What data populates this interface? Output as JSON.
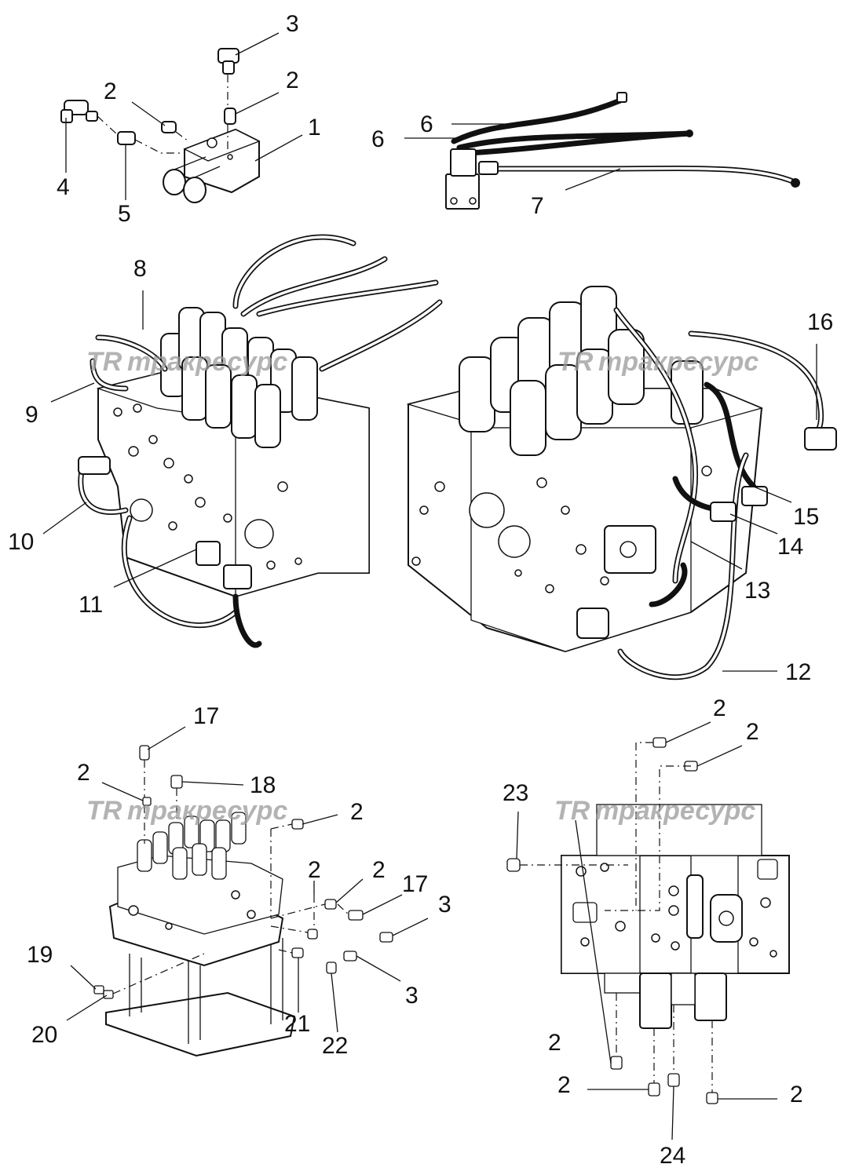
{
  "watermark": {
    "logo": "TR",
    "text": "тракресурс"
  },
  "callouts": {
    "c1": "1",
    "c2a": "2",
    "c2b": "2",
    "c3": "3",
    "c4": "4",
    "c5": "5",
    "c6a": "6",
    "c6b": "6",
    "c7": "7",
    "c8": "8",
    "c9": "9",
    "c10": "10",
    "c11": "11",
    "c12": "12",
    "c13": "13",
    "c14": "14",
    "c15": "15",
    "c16": "16",
    "c17a": "17",
    "c2c": "2",
    "c18": "18",
    "c2d": "2",
    "c2e": "2",
    "c2f": "2",
    "c17b": "17",
    "c3b": "3",
    "c3c": "3",
    "c19": "19",
    "c20": "20",
    "c21": "21",
    "c22": "22",
    "c2g": "2",
    "c2h": "2",
    "c23": "23",
    "c2i": "2",
    "c2j": "2",
    "c2k": "2",
    "c24": "24"
  }
}
